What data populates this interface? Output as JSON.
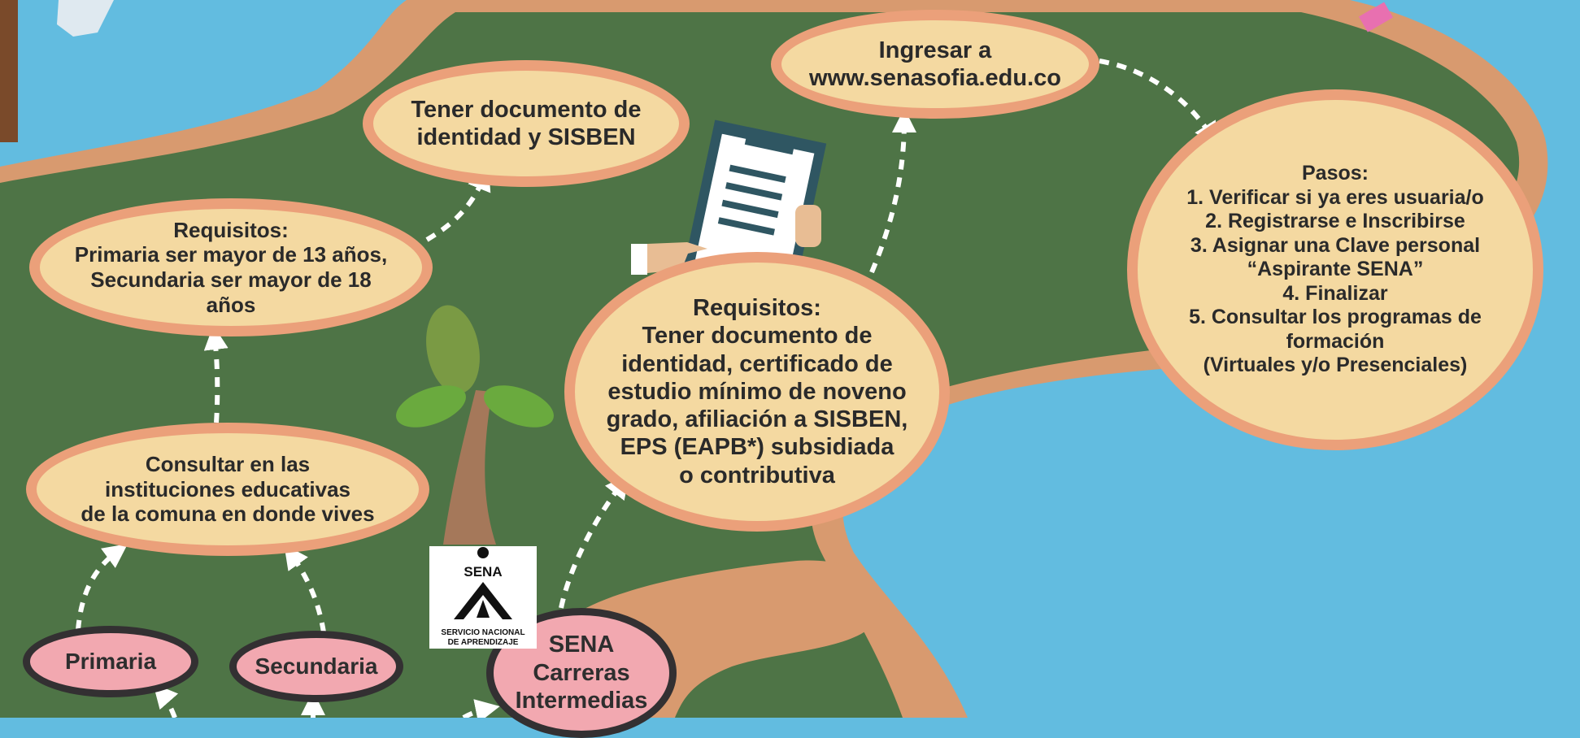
{
  "diagram": {
    "nodes": {
      "primaria": "Primaria",
      "secundaria": "Secundaria",
      "sena_carreras": "SENA\nCarreras\nIntermedias",
      "consultar_instituciones": "Consultar en las\ninstituciones educativas\nde la comuna en donde vives",
      "requisitos_edad": "Requisitos:\nPrimaria ser mayor de 13 años,\nSecundaria ser mayor de 18\naños",
      "documento_sisben": "Tener documento de\nidentidad y SISBEN",
      "requisitos_sena": "Requisitos:\nTener documento de\nidentidad, certificado de\nestudio mínimo de noveno\ngrado, afiliación a SISBEN,\nEPS (EAPB*) subsidiada\no contributiva",
      "ingresar_web": "Ingresar a\nwww.senasofia.edu.co",
      "pasos": "Pasos:\n1. Verificar si ya eres usuaria/o\n2. Registrarse e Inscribirse\n3. Asignar una Clave personal\n“Aspirante SENA”\n4. Finalizar\n5. Consultar los programas de\nformación\n(Virtuales y/o Presenciales)"
    },
    "logo": {
      "title": "SENA",
      "caption": "SERVICIO NACIONAL\nDE APRENDIZAJE"
    },
    "connections": [
      {
        "from": "primaria",
        "to": "consultar_instituciones"
      },
      {
        "from": "secundaria",
        "to": "consultar_instituciones"
      },
      {
        "from": "consultar_instituciones",
        "to": "requisitos_edad"
      },
      {
        "from": "requisitos_edad",
        "to": "documento_sisben"
      },
      {
        "from": "sena_carreras",
        "to": "requisitos_sena"
      },
      {
        "from": "requisitos_sena",
        "to": "ingresar_web"
      },
      {
        "from": "ingresar_web",
        "to": "pasos"
      }
    ],
    "colors": {
      "sea": "#62bce0",
      "grass": "#4e7446",
      "sand": "#d89a6f",
      "bubble_fill": "#f4d9a1",
      "bubble_border": "#eba07a",
      "start_fill": "#f2a8b0",
      "start_border": "#333032",
      "arrow": "#ffffff"
    },
    "icons": [
      "palm-tree-icon",
      "clipboard-icon",
      "pointing-hand-icon",
      "sena-logo-icon"
    ]
  }
}
